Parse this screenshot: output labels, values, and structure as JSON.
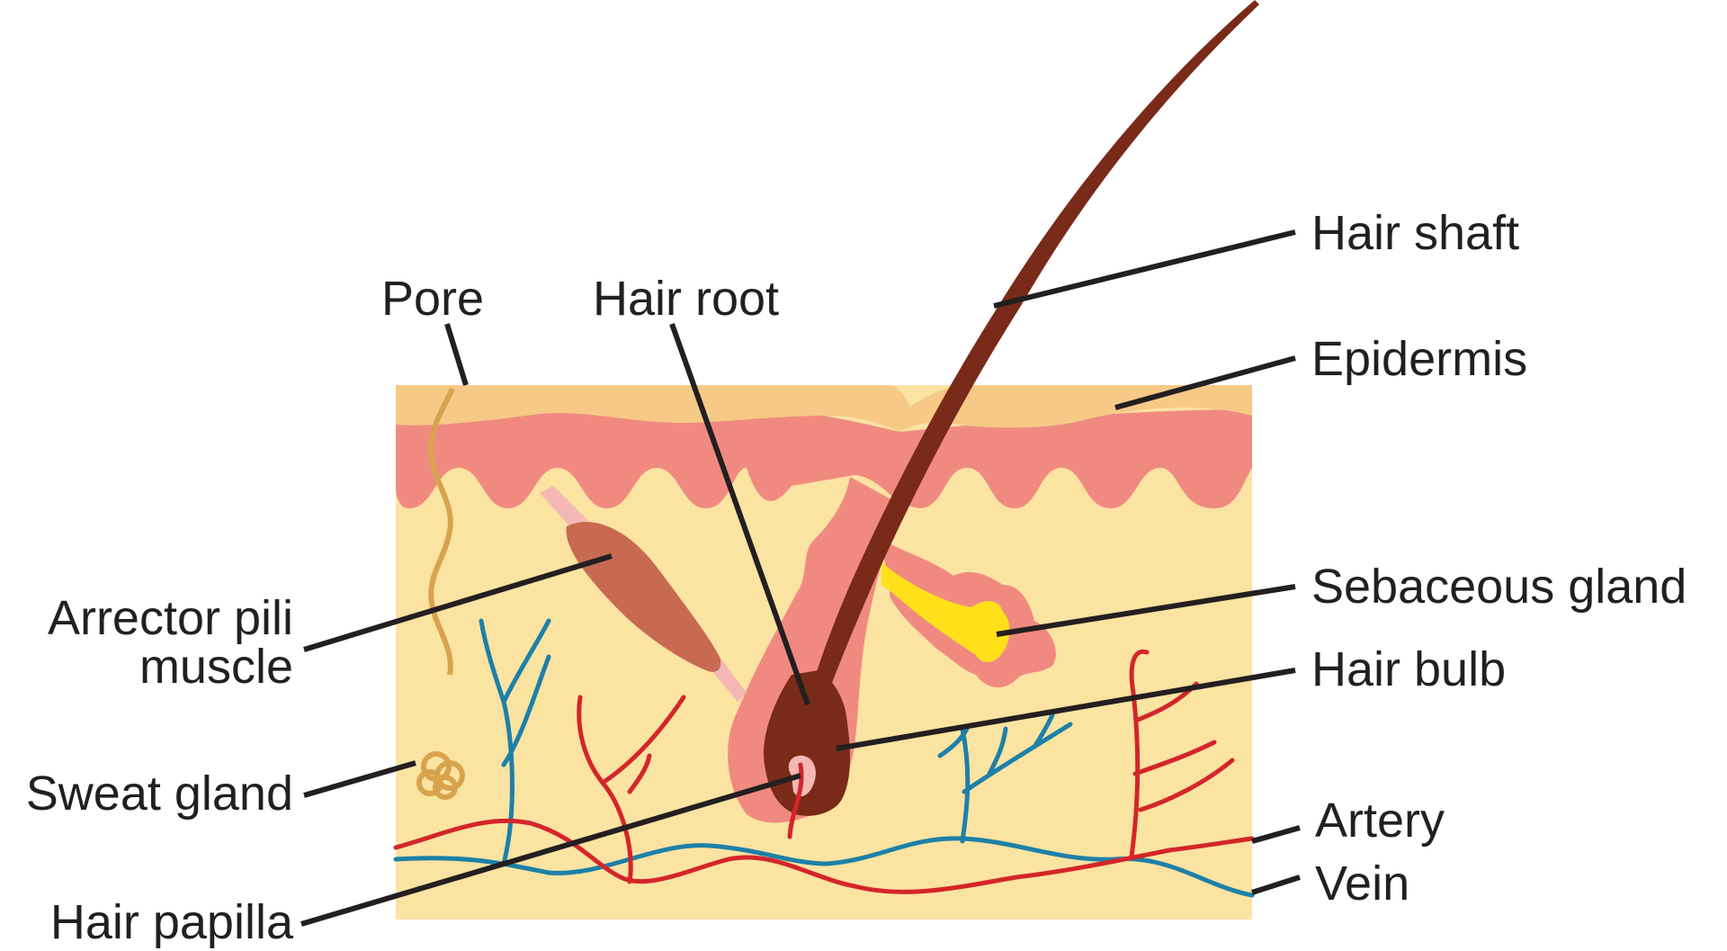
{
  "labels": {
    "pore": "Pore",
    "hair_root": "Hair root",
    "hair_shaft": "Hair shaft",
    "epidermis": "Epidermis",
    "sebaceous_gland": "Sebaceous gland",
    "hair_bulb": "Hair bulb",
    "artery": "Artery",
    "vein": "Vein",
    "arrector_pili_muscle_line1": "Arrector pili",
    "arrector_pili_muscle_line2": "muscle",
    "sweat_gland": "Sweat gland",
    "hair_papilla": "Hair papilla"
  },
  "colors": {
    "epidermis": "#f6c987",
    "dermal_layer": "#f08a80",
    "dermis": "#fbe3a2",
    "hair": "#7a2a18",
    "sebum": "#ffe01a",
    "muscle": "#c86a52",
    "tendon": "#f5b7b3",
    "sweat_duct": "#d8a34e",
    "artery": "#d4252a",
    "vein": "#1d80a8",
    "leader_line": "#231f20"
  }
}
